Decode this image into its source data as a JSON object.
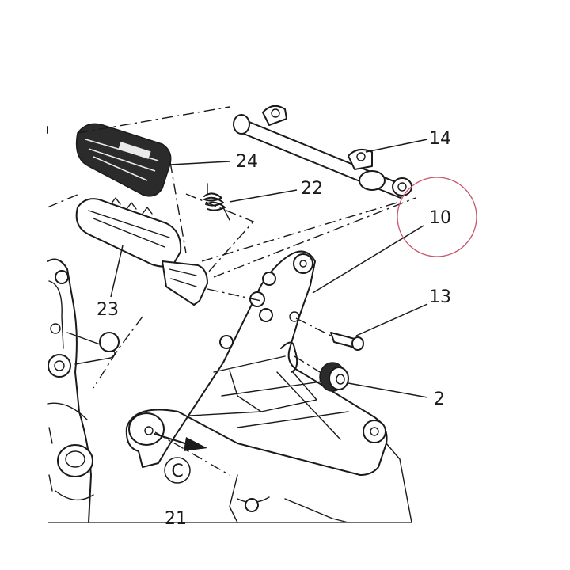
{
  "parts": {
    "p24": "24",
    "p22": "22",
    "p14": "14",
    "p10": "10",
    "p23": "23",
    "p13": "13",
    "p2": "2",
    "p21": "21"
  },
  "callout_c": "C",
  "highlight_color": "#c8556b",
  "line_color": "#1a1a1a"
}
